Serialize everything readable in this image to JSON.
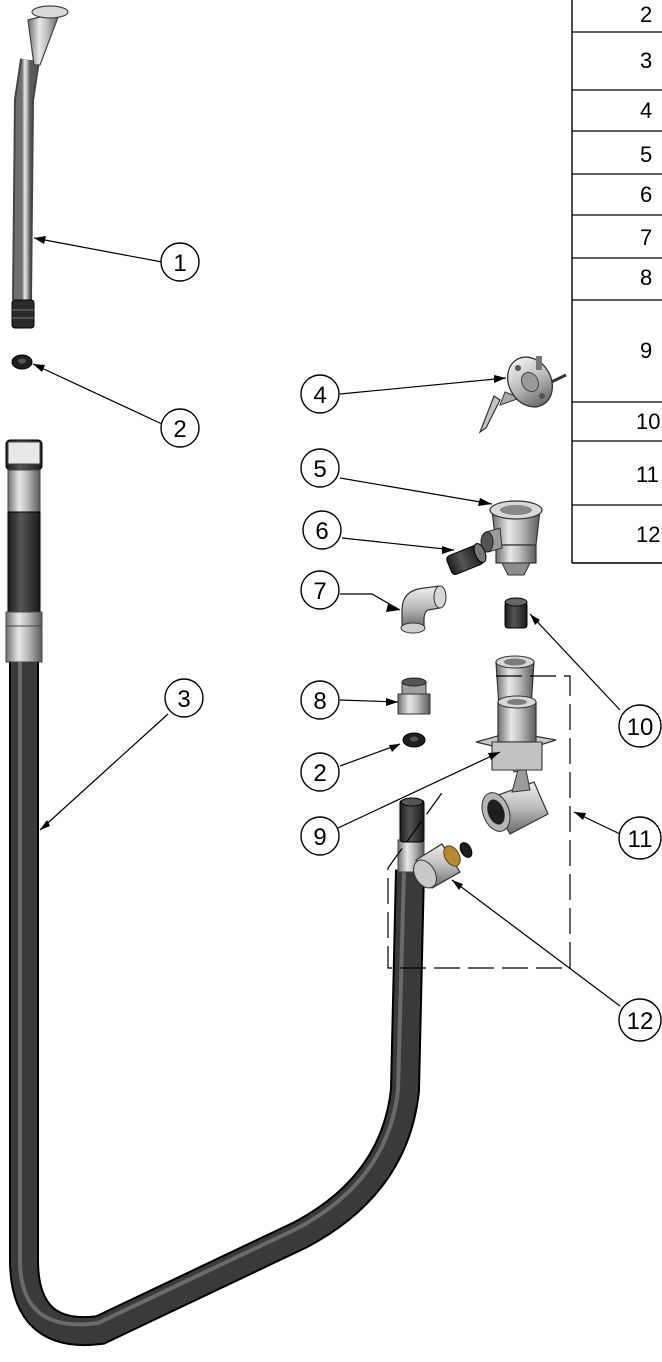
{
  "table": {
    "rows": [
      "2",
      "3",
      "4",
      "5",
      "6",
      "7",
      "8",
      "9",
      "10",
      "11",
      "12"
    ]
  },
  "callouts": [
    "1",
    "2",
    "3",
    "4",
    "5",
    "6",
    "7",
    "8",
    "2",
    "9",
    "10",
    "11",
    "12"
  ],
  "colors": {
    "hose": "#2b2b2b",
    "metal": "#a9a9a9",
    "handle_accent": "#2f6fd6"
  }
}
